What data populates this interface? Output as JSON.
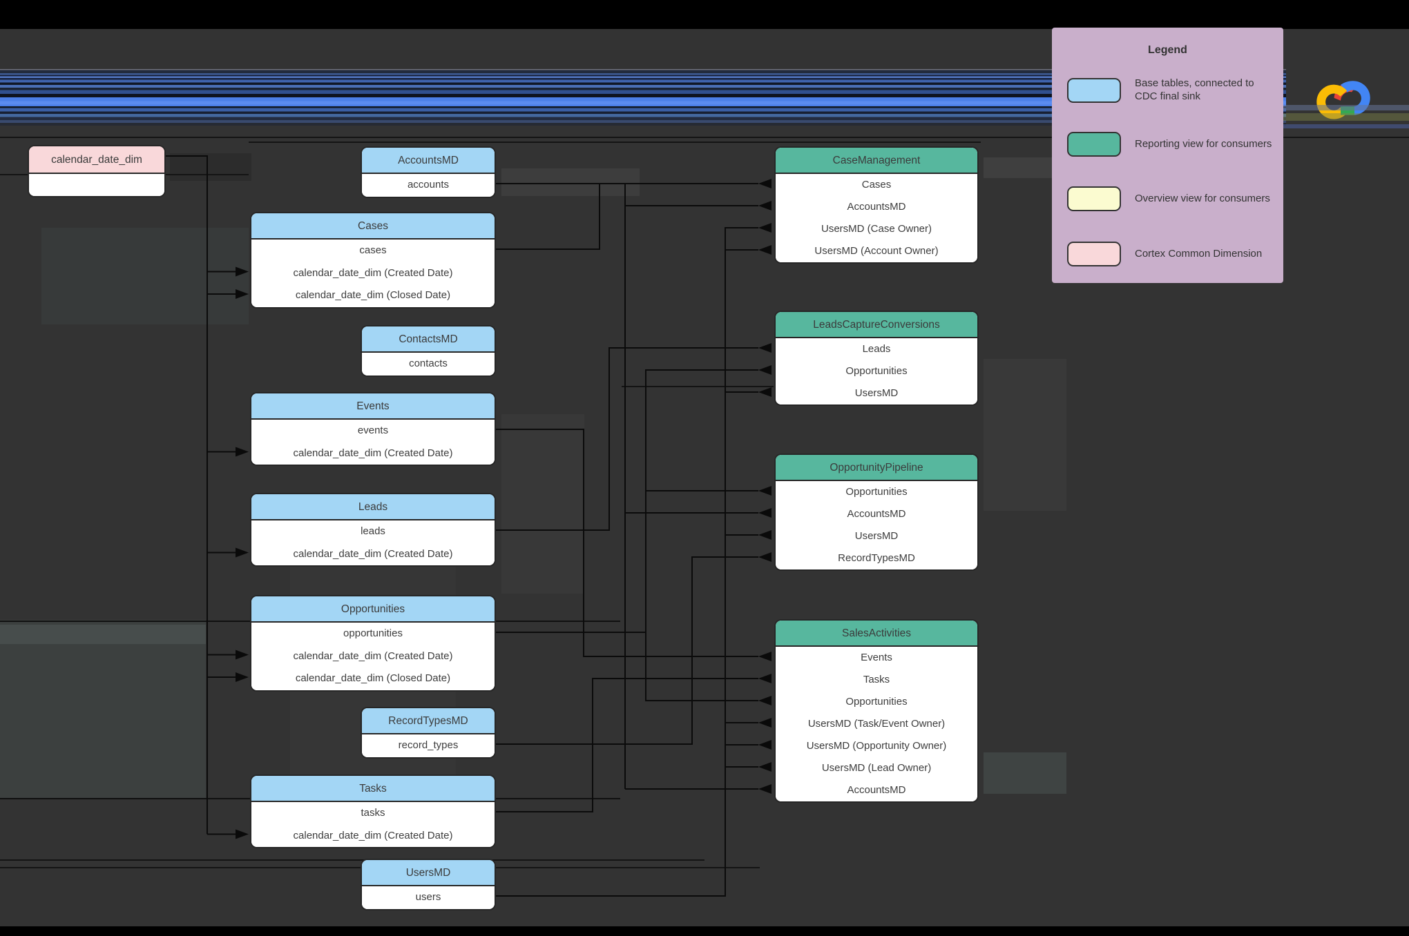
{
  "legend": {
    "title": "Legend",
    "items": [
      {
        "label": "Base tables, connected to CDC final sink",
        "swatch_color": "#a3d6f5",
        "swatch_name": "base-table-swatch"
      },
      {
        "label": "Reporting view for consumers",
        "swatch_color": "#57b79e",
        "swatch_name": "reporting-view-swatch"
      },
      {
        "label": "Overview view for consumers",
        "swatch_color": "#fbfbd0",
        "swatch_name": "overview-view-swatch"
      },
      {
        "label": "Cortex Common Dimension",
        "swatch_color": "#f9d8da",
        "swatch_name": "common-dimension-swatch"
      }
    ]
  },
  "icons": {
    "logo": "google-cloud-logo"
  },
  "colors": {
    "background": "#333333",
    "base_table_header": "#a3d6f5",
    "reporting_view_header": "#57b79e",
    "common_dimension_header": "#f9d8da",
    "row_background": "#ffffff",
    "legend_background": "#c9afcb",
    "connector": "#0b0b0b"
  },
  "diagram": {
    "common_dimension": {
      "title": "calendar_date_dim",
      "rows": []
    },
    "base_tables": [
      {
        "title": "AccountsMD",
        "rows": [
          "accounts"
        ]
      },
      {
        "title": "Cases",
        "rows": [
          "cases",
          "calendar_date_dim (Created Date)",
          "calendar_date_dim (Closed Date)"
        ]
      },
      {
        "title": "ContactsMD",
        "rows": [
          "contacts"
        ]
      },
      {
        "title": "Events",
        "rows": [
          "events",
          "calendar_date_dim (Created Date)"
        ]
      },
      {
        "title": "Leads",
        "rows": [
          "leads",
          "calendar_date_dim (Created Date)"
        ]
      },
      {
        "title": "Opportunities",
        "rows": [
          "opportunities",
          "calendar_date_dim (Created Date)",
          "calendar_date_dim (Closed Date)"
        ]
      },
      {
        "title": "RecordTypesMD",
        "rows": [
          "record_types"
        ]
      },
      {
        "title": "Tasks",
        "rows": [
          "tasks",
          "calendar_date_dim (Created Date)"
        ]
      },
      {
        "title": "UsersMD",
        "rows": [
          "users"
        ]
      }
    ],
    "reporting_views": [
      {
        "title": "CaseManagement",
        "rows": [
          "Cases",
          "AccountsMD",
          "UsersMD (Case Owner)",
          "UsersMD (Account Owner)"
        ]
      },
      {
        "title": "LeadsCaptureConversions",
        "rows": [
          "Leads",
          "Opportunities",
          "UsersMD"
        ]
      },
      {
        "title": "OpportunityPipeline",
        "rows": [
          "Opportunities",
          "AccountsMD",
          "UsersMD",
          "RecordTypesMD"
        ]
      },
      {
        "title": "SalesActivities",
        "rows": [
          "Events",
          "Tasks",
          "Opportunities",
          "UsersMD (Task/Event Owner)",
          "UsersMD (Opportunity Owner)",
          "UsersMD (Lead Owner)",
          "AccountsMD"
        ]
      }
    ]
  }
}
